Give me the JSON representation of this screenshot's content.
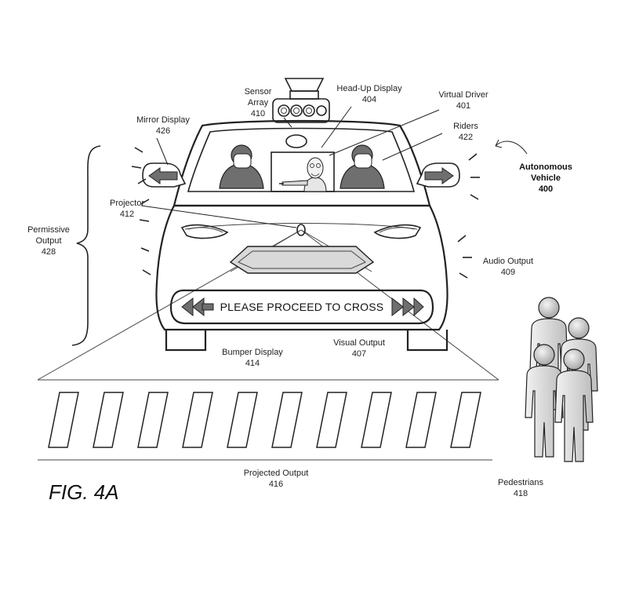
{
  "labels": {
    "sensor_array_line1": "Sensor",
    "sensor_array_line2": "Array",
    "sensor_array_num": "410",
    "hud_line1": "Head-Up Display",
    "hud_num": "404",
    "virtual_driver_line1": "Virtual Driver",
    "virtual_driver_num": "401",
    "riders_line1": "Riders",
    "riders_num": "422",
    "mirror_display_line1": "Mirror Display",
    "mirror_display_num": "426",
    "autonomous_line1": "Autonomous",
    "autonomous_line2": "Vehicle",
    "autonomous_num": "400",
    "projector_line1": "Projector",
    "projector_num": "412",
    "permissive_line1": "Permissive",
    "permissive_line2": "Output",
    "permissive_num": "428",
    "audio_line1": "Audio Output",
    "audio_num": "409",
    "bumper_line1": "Bumper Display",
    "bumper_num": "414",
    "visual_line1": "Visual Output",
    "visual_num": "407",
    "projected_line1": "Projected Output",
    "projected_num": "416",
    "pedestrians_line1": "Pedestrians",
    "pedestrians_num": "418"
  },
  "banner_text": "PLEASE PROCEED TO CROSS",
  "figure_caption": "FIG. 4A",
  "colors": {
    "ink": "#222222",
    "fill_dark": "#6f6f6f",
    "fill_light": "#d9d9d9",
    "figure_fill": "#e6e6e6"
  }
}
